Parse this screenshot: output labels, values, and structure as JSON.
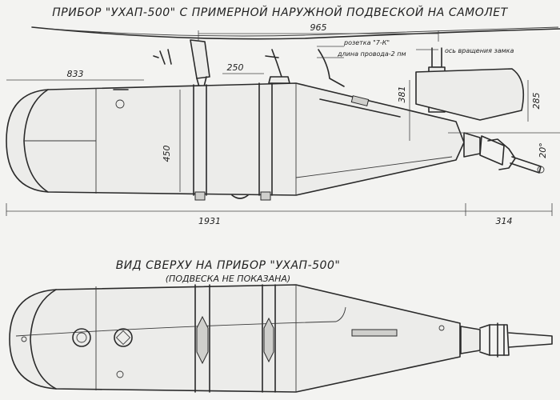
{
  "title_side": "ПРИБОР \"УХАП-500\" С ПРИМЕРНОЙ НАРУЖНОЙ ПОДВЕСКОЙ НА САМОЛЕТ",
  "title_top": "ВИД СВЕРХУ НА ПРИБОР \"УХАП-500\"",
  "subtitle_top": "(ПОДВЕСКА НЕ ПОКАЗАНА)",
  "dimensions": {
    "d965": "965",
    "d250": "250",
    "d833": "833",
    "d450": "450",
    "d381": "381",
    "d285": "285",
    "d20": "20°",
    "d1931": "1931",
    "d314": "314"
  },
  "notes": {
    "socket": "розетка \"7-К\"",
    "wire": "длина провода-2 пм",
    "axis": "ось вращения замка"
  },
  "colors": {
    "ink": "#2a2a2a",
    "paper": "#f3f3f1"
  }
}
